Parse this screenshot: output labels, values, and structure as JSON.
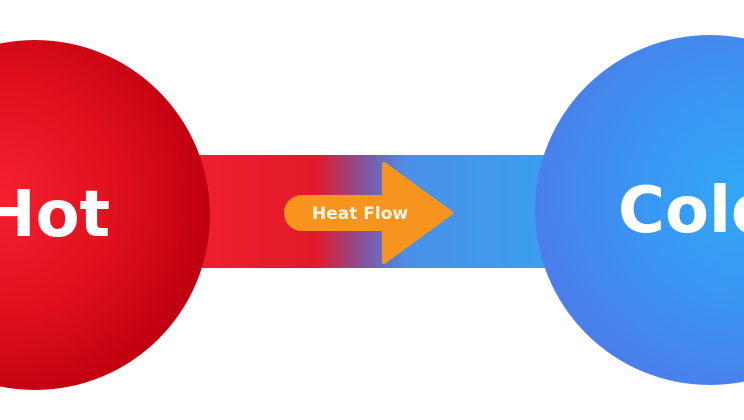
{
  "hot": {
    "label": "Hot",
    "color": "#e0101c"
  },
  "cold": {
    "label": "Cold",
    "color": "#3a96f2"
  },
  "arrow": {
    "label": "Heat Flow",
    "color": "#f7941d",
    "direction": "right"
  }
}
